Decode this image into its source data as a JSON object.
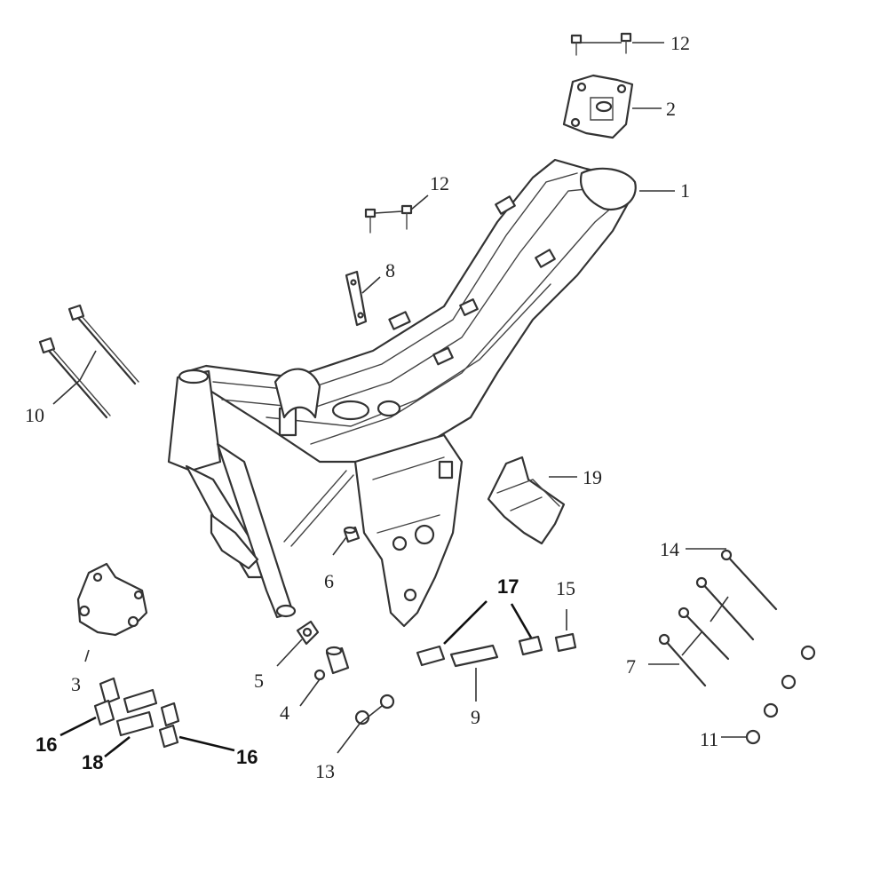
{
  "callouts": {
    "c1": "1",
    "c2": "2",
    "c3": "3",
    "c4": "4",
    "c5": "5",
    "c6": "6",
    "c7": "7",
    "c8": "8",
    "c9": "9",
    "c10": "10",
    "c11": "11",
    "c12a": "12",
    "c12b": "12",
    "c13": "13",
    "c14": "14",
    "c15": "15",
    "c16a": "16",
    "c16b": "16",
    "c17": "17",
    "c18": "18",
    "c19": "19"
  },
  "colors": {
    "line": "#333333",
    "background": "#ffffff"
  }
}
